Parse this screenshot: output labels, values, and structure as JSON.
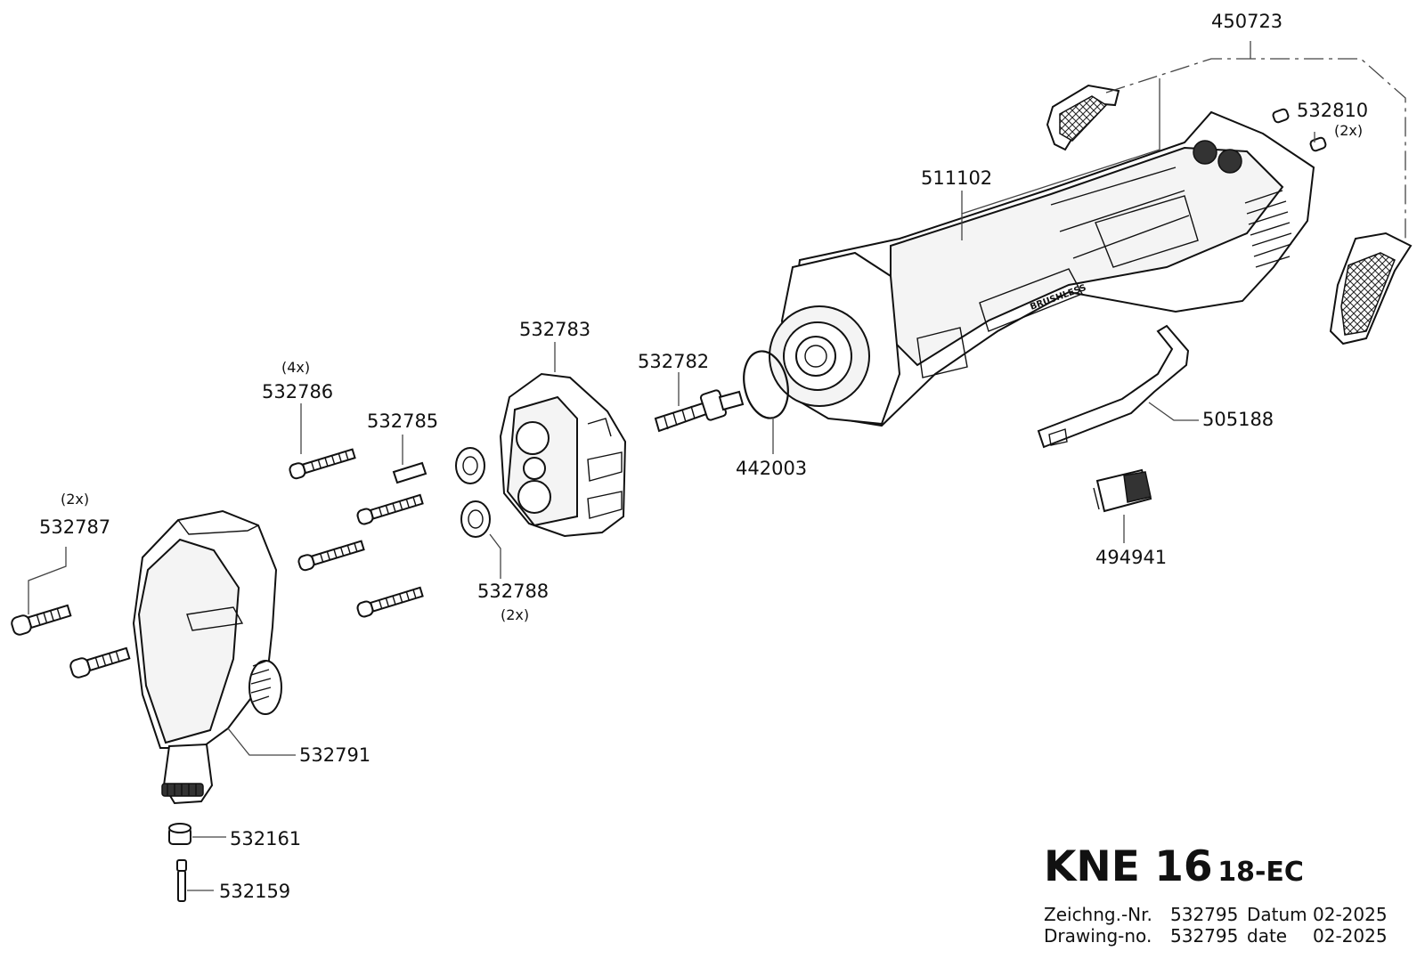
{
  "parts": [
    {
      "id": "p450723",
      "number": "450723",
      "qty": ""
    },
    {
      "id": "p532810",
      "number": "532810",
      "qty": "(2x)"
    },
    {
      "id": "p511102",
      "number": "511102",
      "qty": ""
    },
    {
      "id": "p532783",
      "number": "532783",
      "qty": ""
    },
    {
      "id": "p532782",
      "number": "532782",
      "qty": ""
    },
    {
      "id": "p442003",
      "number": "442003",
      "qty": ""
    },
    {
      "id": "p505188",
      "number": "505188",
      "qty": ""
    },
    {
      "id": "p494941",
      "number": "494941",
      "qty": ""
    },
    {
      "id": "p532786",
      "number": "532786",
      "qty": "(4x)"
    },
    {
      "id": "p532785",
      "number": "532785",
      "qty": ""
    },
    {
      "id": "p532787",
      "number": "532787",
      "qty": "(2x)"
    },
    {
      "id": "p532788",
      "number": "532788",
      "qty": "(2x)"
    },
    {
      "id": "p532791",
      "number": "532791",
      "qty": ""
    },
    {
      "id": "p532161",
      "number": "532161",
      "qty": ""
    },
    {
      "id": "p532159",
      "number": "532159",
      "qty": ""
    }
  ],
  "housing_text": "BRUSHLESS",
  "title_block": {
    "model_main": "KNE 16",
    "model_sub": "18-EC",
    "de": {
      "drawing_label": "Zeichng.-Nr.",
      "drawing_no": "532795",
      "date_label": "Datum",
      "date": "02-2025"
    },
    "en": {
      "drawing_label": "Drawing-no.",
      "drawing_no": "532795",
      "date_label": "date",
      "date": "02-2025"
    }
  }
}
